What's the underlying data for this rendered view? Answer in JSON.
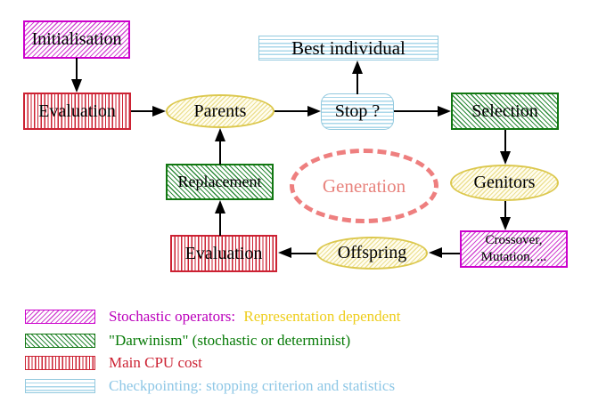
{
  "nodes": {
    "initialisation": {
      "label": "Initialisation"
    },
    "evaluation_top": {
      "label": "Evaluation"
    },
    "parents": {
      "label": "Parents"
    },
    "best_individual": {
      "label": "Best individual"
    },
    "stop": {
      "label": "Stop ?"
    },
    "selection": {
      "label": "Selection"
    },
    "replacement": {
      "label": "Replacement"
    },
    "generation": {
      "label": "Generation"
    },
    "genitors": {
      "label": "Genitors"
    },
    "crossover_mutation": {
      "line1": "Crossover,",
      "line2": "Mutation, ..."
    },
    "offspring": {
      "label": "Offspring"
    },
    "evaluation_bottom": {
      "label": "Evaluation"
    }
  },
  "legend": {
    "item1_label": "Stochastic operators:",
    "item1_label2": "Representation dependent",
    "item2_label": "\"Darwinism\" (stochastic or determinist)",
    "item3_label": "Main CPU cost",
    "item4_label": "Checkpointing: stopping criterion and statistics"
  },
  "colors": {
    "magenta": "#cc00cc",
    "red": "#cc2233",
    "green": "#117711",
    "cyan_border": "#93c9de",
    "cyan_text": "#8ec7e6",
    "yellow_border": "#dcc84e",
    "yellow_text": "#eecd1b",
    "salmon": "#ee7f7f",
    "arrow": "#000000",
    "node_text": "#000000"
  }
}
